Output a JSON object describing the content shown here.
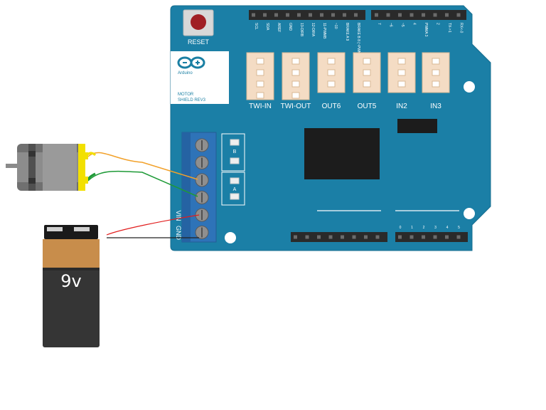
{
  "board": {
    "reset_label": "RESET",
    "logo_name": "Arduino",
    "shield_line1": "MOTOR",
    "shield_line2": "SHIELD REV3",
    "top_left_pins": [
      "SCL",
      "SDA",
      "AREF",
      "GND",
      "13-DIRB",
      "12-DIRA",
      "11-PWMB",
      "~10",
      "BRAKE A 9",
      "BRAKE B 8 (~PWM)"
    ],
    "top_right_pins": [
      "7",
      "~6",
      "~5",
      "4",
      "PWMA 3",
      "2",
      "TX->1",
      "RX<-0"
    ],
    "connectors": [
      "TWI-IN",
      "TWI-OUT",
      "OUT6",
      "OUT5",
      "IN2",
      "IN3"
    ],
    "channel_b": "B",
    "channel_a": "A",
    "terminal_vin": "VIN",
    "terminal_gnd": "GND",
    "analog_pins": [
      "0",
      "1",
      "2",
      "3",
      "4",
      "5"
    ]
  },
  "battery": {
    "label": "9v"
  },
  "colors": {
    "board": "#1b7fa6",
    "board_edge": "#166d8f",
    "terminal": "#2e73b8",
    "wire_red": "#e11d1d",
    "wire_black": "#222222",
    "wire_green": "#1e9a37",
    "wire_yellow": "#f2a12a",
    "battery_top": "#c88d4b",
    "battery_body": "#353535"
  },
  "icons": {
    "motor": "dc-motor-icon",
    "battery": "battery-9v-icon",
    "logo": "arduino-logo-icon"
  }
}
